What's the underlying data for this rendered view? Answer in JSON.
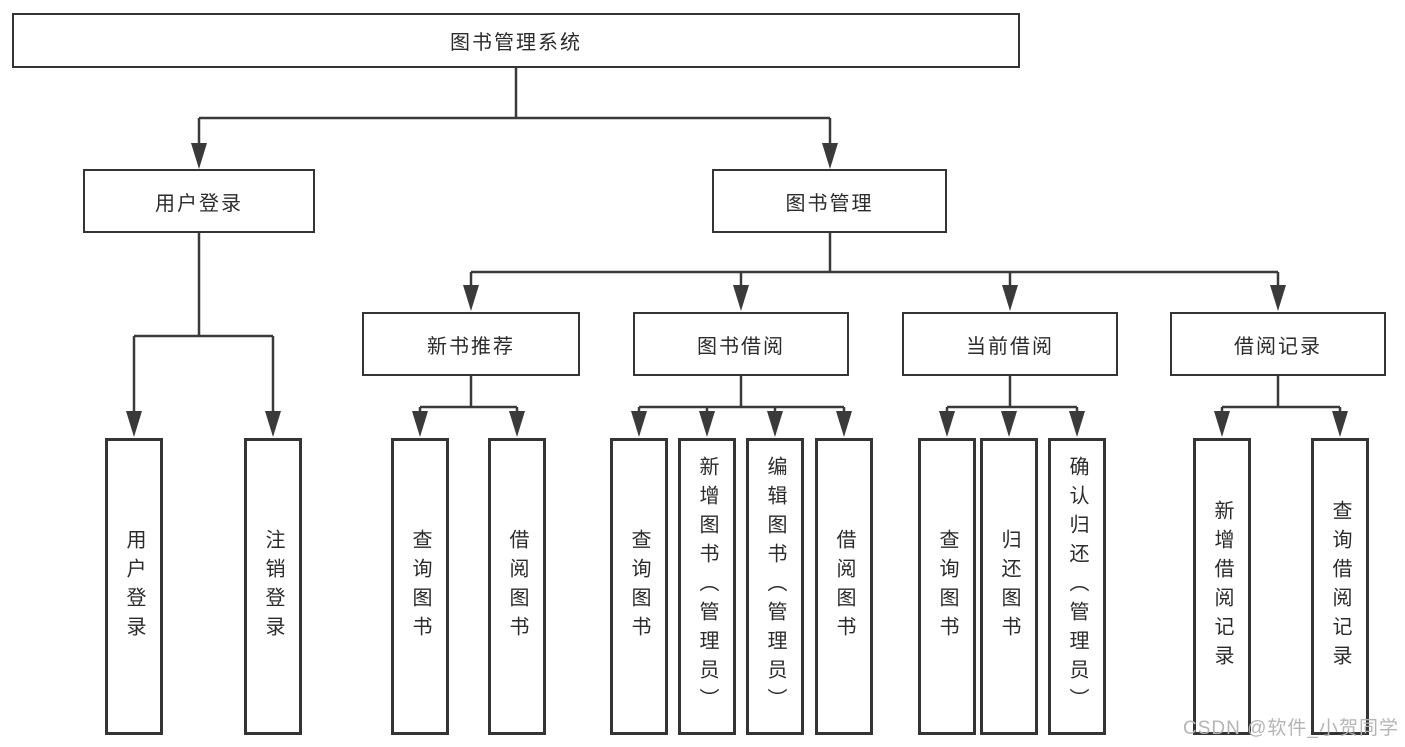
{
  "tree": {
    "label": "图书管理系统",
    "children": [
      {
        "label": "用户登录",
        "children": [
          {
            "label": "用户登录"
          },
          {
            "label": "注销登录"
          }
        ]
      },
      {
        "label": "图书管理",
        "children": [
          {
            "label": "新书推荐",
            "children": [
              {
                "label": "查询图书"
              },
              {
                "label": "借阅图书"
              }
            ]
          },
          {
            "label": "图书借阅",
            "children": [
              {
                "label": "查询图书"
              },
              {
                "label": "新增图书（管理员）"
              },
              {
                "label": "编辑图书（管理员）"
              },
              {
                "label": "借阅图书"
              }
            ]
          },
          {
            "label": "当前借阅",
            "children": [
              {
                "label": "查询图书"
              },
              {
                "label": "归还图书"
              },
              {
                "label": "确认归还（管理员）"
              }
            ]
          },
          {
            "label": "借阅记录",
            "children": [
              {
                "label": "新增借阅记录"
              },
              {
                "label": "查询借阅记录"
              }
            ]
          }
        ]
      }
    ]
  },
  "watermark": {
    "text": "CSDN @软件_小贺同学"
  },
  "colors": {
    "line": "#3a3a3a",
    "box_border": "#343434",
    "box_fill": "#ffffff",
    "text": "#2b2b2b",
    "watermark": "#b5b5b5"
  }
}
